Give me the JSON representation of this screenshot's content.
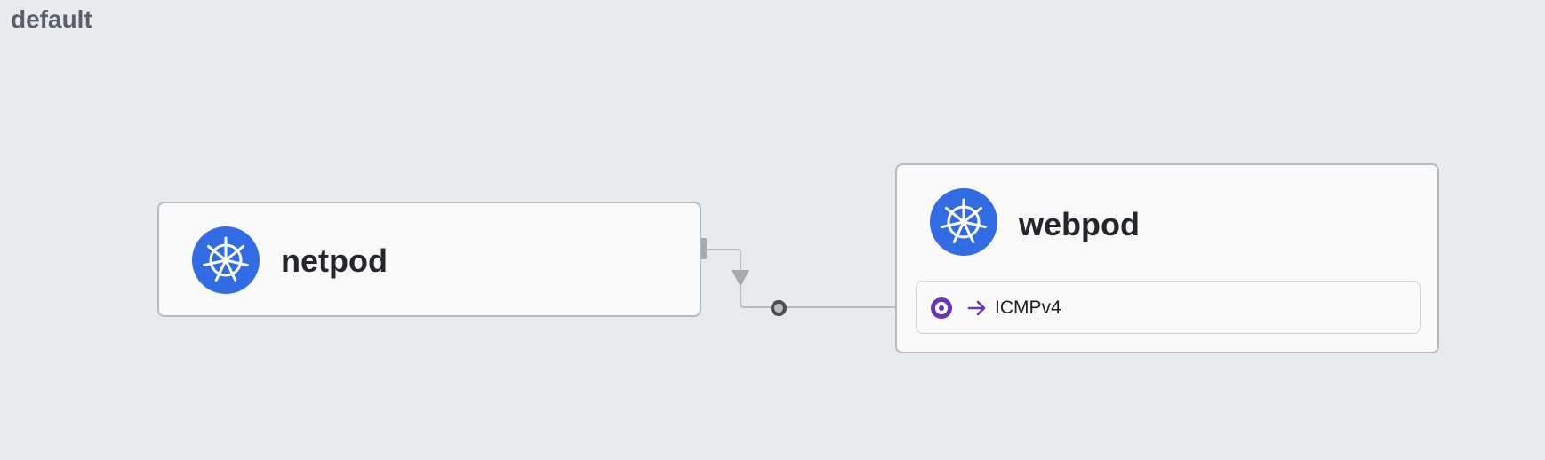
{
  "namespace": {
    "title": "default"
  },
  "pods": {
    "netpod": {
      "name": "netpod",
      "icon": "kubernetes-wheel-icon"
    },
    "webpod": {
      "name": "webpod",
      "icon": "kubernetes-wheel-icon",
      "ports": [
        {
          "label": "ICMPv4",
          "icon": "endpoint-target-icon",
          "direction_icon": "arrow-right-icon"
        }
      ]
    }
  },
  "colors": {
    "background": "#e8ebee",
    "card_border": "#b7babe",
    "kubernetes_blue": "#326ce5",
    "port_accent": "#6a35b8",
    "connector": "#b8bcc1",
    "junction_dot": "#4a4f55"
  }
}
